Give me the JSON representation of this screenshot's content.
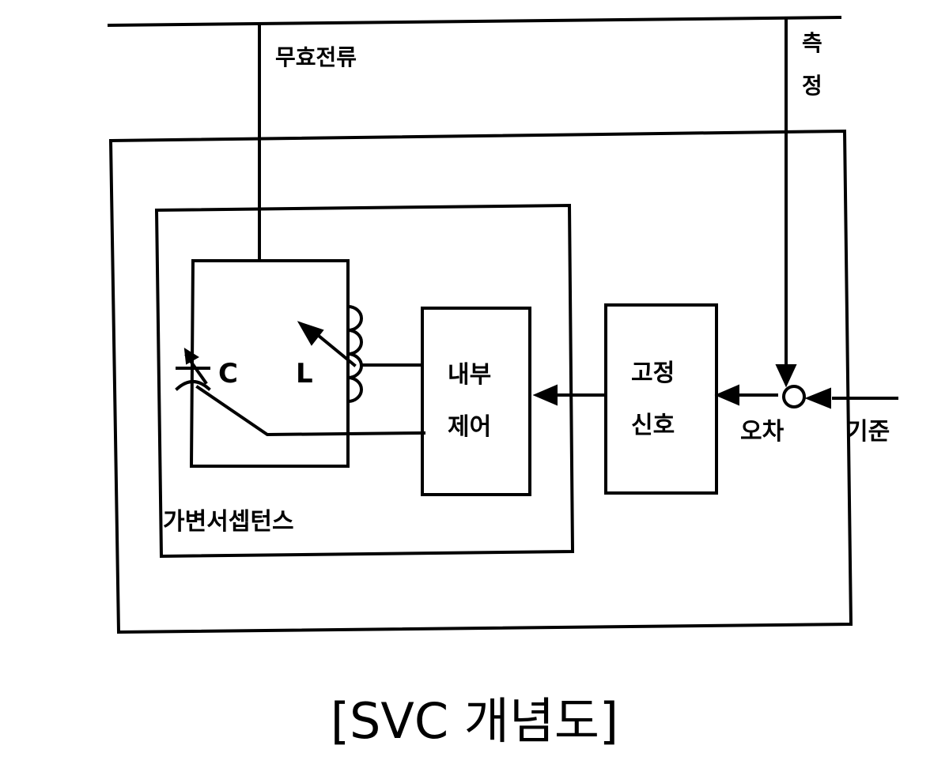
{
  "labels": {
    "reactive_current": "무효전류",
    "measure_1": "측",
    "measure_2": "정",
    "capacitor": "C",
    "inductor": "L",
    "internal_control_1": "내부",
    "internal_control_2": "제어",
    "fixed_signal_1": "고정",
    "fixed_signal_2": "신호",
    "error": "오차",
    "reference": "기준",
    "variable_susceptance": "가변서셉턴스"
  },
  "caption": "[SVC 개념도]",
  "colors": {
    "line": "#000000",
    "background": "#ffffff"
  }
}
